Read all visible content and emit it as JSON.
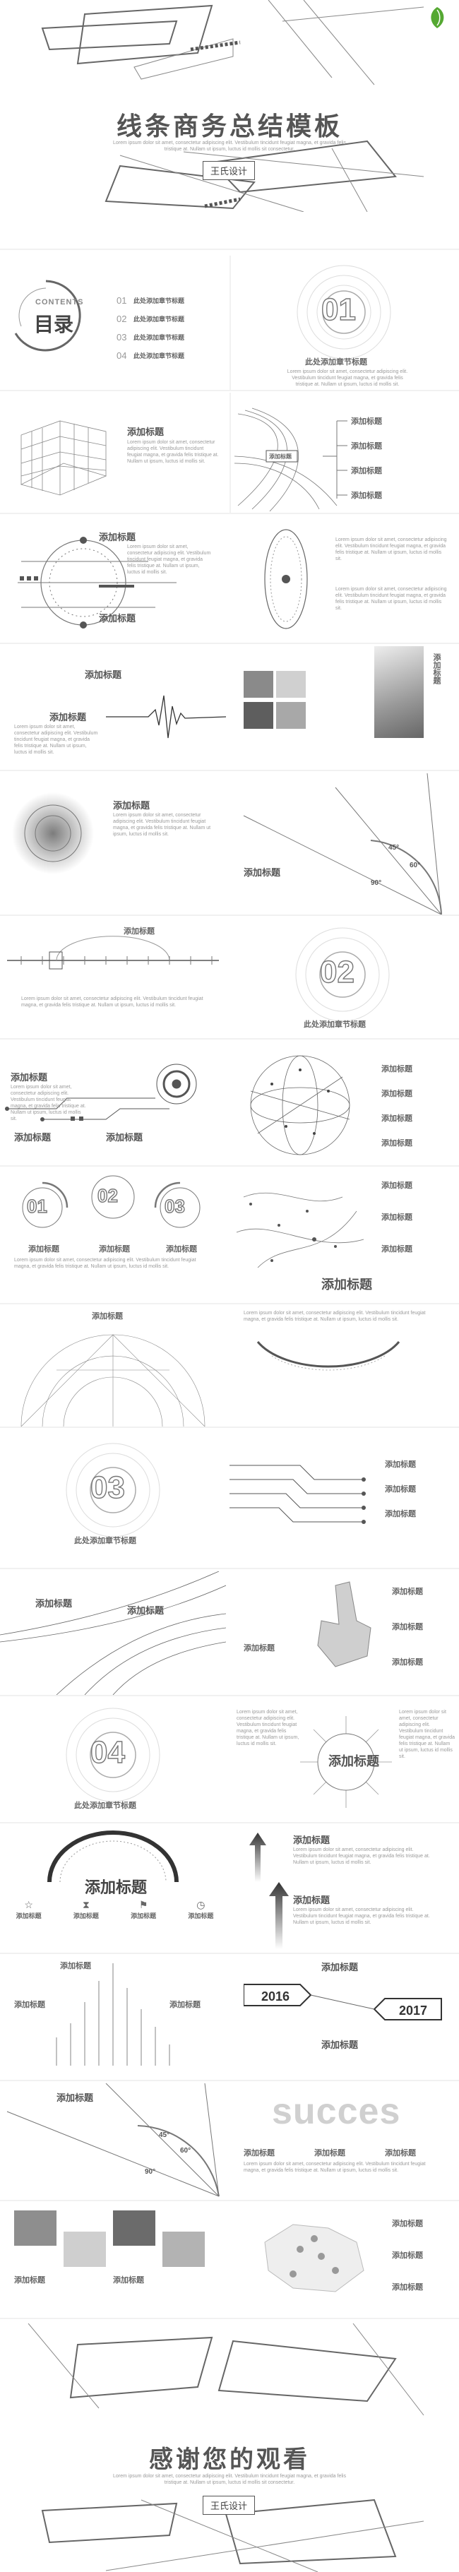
{
  "cover": {
    "title": "线条商务总结模板",
    "subtitle": "Lorem ipsum dolor sit amet, consectetur adipiscing elit. Vestibulum tincidunt feugiat magna, et gravida felis tristique at. Nullam ut ipsum, luctus id mollis sit consectetur.",
    "button": "王氏设计"
  },
  "contents": {
    "en": "CONTENTS",
    "cn": "目录",
    "items": [
      {
        "num": "01",
        "text": "此处添加章节标题"
      },
      {
        "num": "02",
        "text": "此处添加章节标题"
      },
      {
        "num": "03",
        "text": "此处添加章节标题"
      },
      {
        "num": "04",
        "text": "此处添加章节标题"
      }
    ]
  },
  "sections": [
    {
      "num": "01",
      "title": "此处添加章节标题"
    },
    {
      "num": "02",
      "title": "此处添加章节标题"
    },
    {
      "num": "03",
      "title": "此处添加章节标题"
    },
    {
      "num": "04",
      "title": "此处添加章节标题"
    }
  ],
  "common": {
    "heading": "添加标题",
    "label_small": "添加标题",
    "center_label": "添加标题",
    "big_heading": "添加标题",
    "body": "Lorem ipsum dolor sit amet, consectetur adipiscing elit. Vestibulum tincidunt feugiat magna, et gravida felis tristique at. Nullam ut ipsum, luctus id mollis sit."
  },
  "angles": {
    "a45": "45°",
    "a60": "60°",
    "a90": "90°"
  },
  "circles": [
    "01",
    "02",
    "03"
  ],
  "timeline": {
    "y1": "2016",
    "y2": "2017"
  },
  "success_word": "succes",
  "closing": {
    "title": "感谢您的观看",
    "subtitle": "Lorem ipsum dolor sit amet, consectetur adipiscing elit. Vestibulum tincidunt feugiat magna, et gravida felis tristique at. Nullam ut ipsum, luctus id mollis sit consectetur.",
    "button": "王氏设计"
  },
  "colors": {
    "line": "#666666",
    "accent": "#55a832",
    "light": "#cccccc"
  }
}
